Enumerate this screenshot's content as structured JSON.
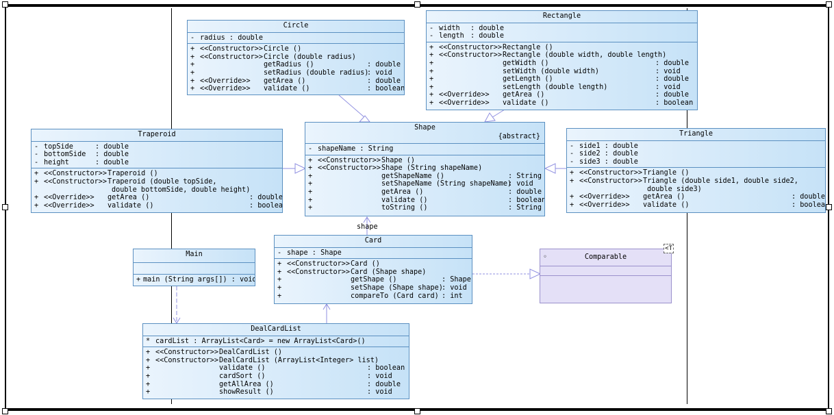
{
  "diagram": {
    "classes": {
      "circle": {
        "name": "Circle",
        "attributes": [
          [
            "-",
            "radius : double"
          ]
        ],
        "operations": [
          [
            "+",
            "<<Constructor>>",
            "Circle ()",
            ""
          ],
          [
            "+",
            "<<Constructor>>",
            "Circle (double radius)",
            ""
          ],
          [
            "+",
            "",
            "getRadius ()",
            ": double"
          ],
          [
            "+",
            "",
            "setRadius (double radius)",
            ": void"
          ],
          [
            "+",
            "<<Override>>",
            "getArea ()",
            ": double"
          ],
          [
            "+",
            "<<Override>>",
            "validate ()",
            ": boolean"
          ]
        ]
      },
      "rectangle": {
        "name": "Rectangle",
        "attributes": [
          [
            "-",
            "width",
            ": double"
          ],
          [
            "-",
            "length",
            ": double"
          ]
        ],
        "operations": [
          [
            "+",
            "<<Constructor>>",
            "Rectangle ()",
            ""
          ],
          [
            "+",
            "<<Constructor>>",
            "Rectangle (double width, double length)",
            ""
          ],
          [
            "+",
            "",
            "getWidth ()",
            ": double"
          ],
          [
            "+",
            "",
            "setWidth (double width)",
            ": void"
          ],
          [
            "+",
            "",
            "getLength ()",
            ": double"
          ],
          [
            "+",
            "",
            "setLength (double length)",
            ": void"
          ],
          [
            "+",
            "<<Override>>",
            "getArea ()",
            ": double"
          ],
          [
            "+",
            "<<Override>>",
            "validate ()",
            ": boolean"
          ]
        ]
      },
      "shape": {
        "name": "Shape",
        "stereotype": "{abstract}",
        "attributes": [
          [
            "-",
            "shapeName : String"
          ]
        ],
        "operations": [
          [
            "+",
            "<<Constructor>>",
            "Shape ()",
            ""
          ],
          [
            "+",
            "<<Constructor>>",
            "Shape (String shapeName)",
            ""
          ],
          [
            "+",
            "",
            "getShapeName ()",
            ": String"
          ],
          [
            "+",
            "",
            "setShapeName (String shapeName)",
            ": void"
          ],
          [
            "+",
            "",
            "getArea ()",
            ": double"
          ],
          [
            "+",
            "",
            "validate ()",
            ": boolean"
          ],
          [
            "+",
            "",
            "toString ()",
            ": String"
          ]
        ]
      },
      "traperoid": {
        "name": "Traperoid",
        "attributes": [
          [
            "-",
            "topSide",
            ": double"
          ],
          [
            "-",
            "bottomSide",
            ": double"
          ],
          [
            "-",
            "height",
            ": double"
          ]
        ],
        "operations": [
          [
            "+",
            "<<Constructor>>",
            "Traperoid ()",
            ""
          ],
          [
            "+",
            "<<Constructor>>",
            "Traperoid (double topSide,",
            ""
          ],
          [
            "",
            "",
            "double bottomSide, double height)",
            ""
          ],
          [
            "+",
            "<<Override>>",
            "getArea ()",
            ": double"
          ],
          [
            "+",
            "<<Override>>",
            "validate ()",
            ": boolean"
          ]
        ]
      },
      "triangle": {
        "name": "Triangle",
        "attributes": [
          [
            "-",
            "side1 : double"
          ],
          [
            "-",
            "side2 : double"
          ],
          [
            "-",
            "side3 : double"
          ]
        ],
        "operations": [
          [
            "+",
            "<<Constructor>>",
            "Triangle ()",
            ""
          ],
          [
            "+",
            "<<Constructor>>",
            "Triangle (double side1, double side2,",
            ""
          ],
          [
            "",
            "",
            "double side3)",
            ""
          ],
          [
            "+",
            "<<Override>>",
            "getArea ()",
            ": double"
          ],
          [
            "+",
            "<<Override>>",
            "validate ()",
            ": boolean"
          ]
        ]
      },
      "main": {
        "name": "Main",
        "attributes": [],
        "operations": [
          [
            "+",
            "main (String args[]) : void"
          ]
        ]
      },
      "card": {
        "name": "Card",
        "attributes": [
          [
            "-",
            "shape : Shape"
          ]
        ],
        "operations": [
          [
            "+",
            "<<Constructor>>",
            "Card ()",
            ""
          ],
          [
            "+",
            "<<Constructor>>",
            "Card (Shape shape)",
            ""
          ],
          [
            "+",
            "",
            "getShape ()",
            ": Shape"
          ],
          [
            "+",
            "",
            "setShape (Shape shape)",
            ": void"
          ],
          [
            "+",
            "",
            "compareTo (Card card)",
            ": int"
          ]
        ]
      },
      "dealcardlist": {
        "name": "DealCardList",
        "attributes": [
          [
            "*",
            "cardList : ArrayList<Card> = new ArrayList<Card>()"
          ]
        ],
        "operations": [
          [
            "+",
            "<<Constructor>>",
            "DealCardList ()",
            ""
          ],
          [
            "+",
            "<<Constructor>>",
            "DealCardList (ArrayList<Integer> list)",
            ""
          ],
          [
            "+",
            "",
            "validate ()",
            ": boolean"
          ],
          [
            "+",
            "",
            "cardSort ()",
            ": void"
          ],
          [
            "+",
            "",
            "getAllArea ()",
            ": double"
          ],
          [
            "+",
            "",
            "showResult ()",
            ": void"
          ]
        ]
      }
    },
    "interface": {
      "name": "Comparable",
      "template_param": "T"
    },
    "association_label": "shape",
    "colors": {
      "class_fill_left": "#eaf4fd",
      "class_fill_right": "#c6e2f7",
      "class_border": "#5a8fc0",
      "interface_fill": "#e4e0f7",
      "interface_border": "#9a90cc",
      "connector": "#8f8fe0"
    }
  }
}
